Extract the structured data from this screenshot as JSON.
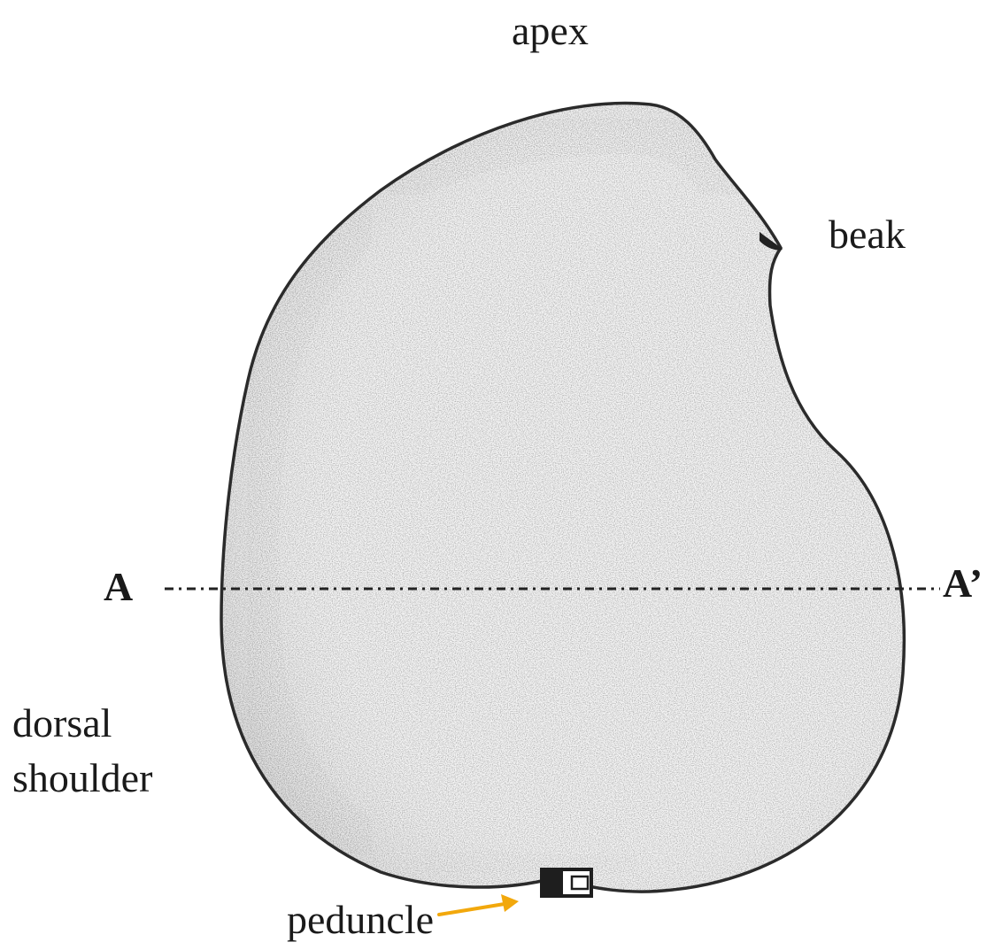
{
  "labels": {
    "apex": "apex",
    "beak": "beak",
    "a": "A",
    "a_prime": "A’",
    "dorsal_line1": "dorsal",
    "dorsal_line2": "shoulder",
    "peduncle": "peduncle"
  },
  "colors": {
    "outline": "#2b2b2b",
    "stipple": "#3a3a3a",
    "arrow": "#f2a80c",
    "text": "#1a1a1a",
    "background": "#ffffff"
  },
  "icons": {
    "arrow": "arrow-right-icon"
  }
}
